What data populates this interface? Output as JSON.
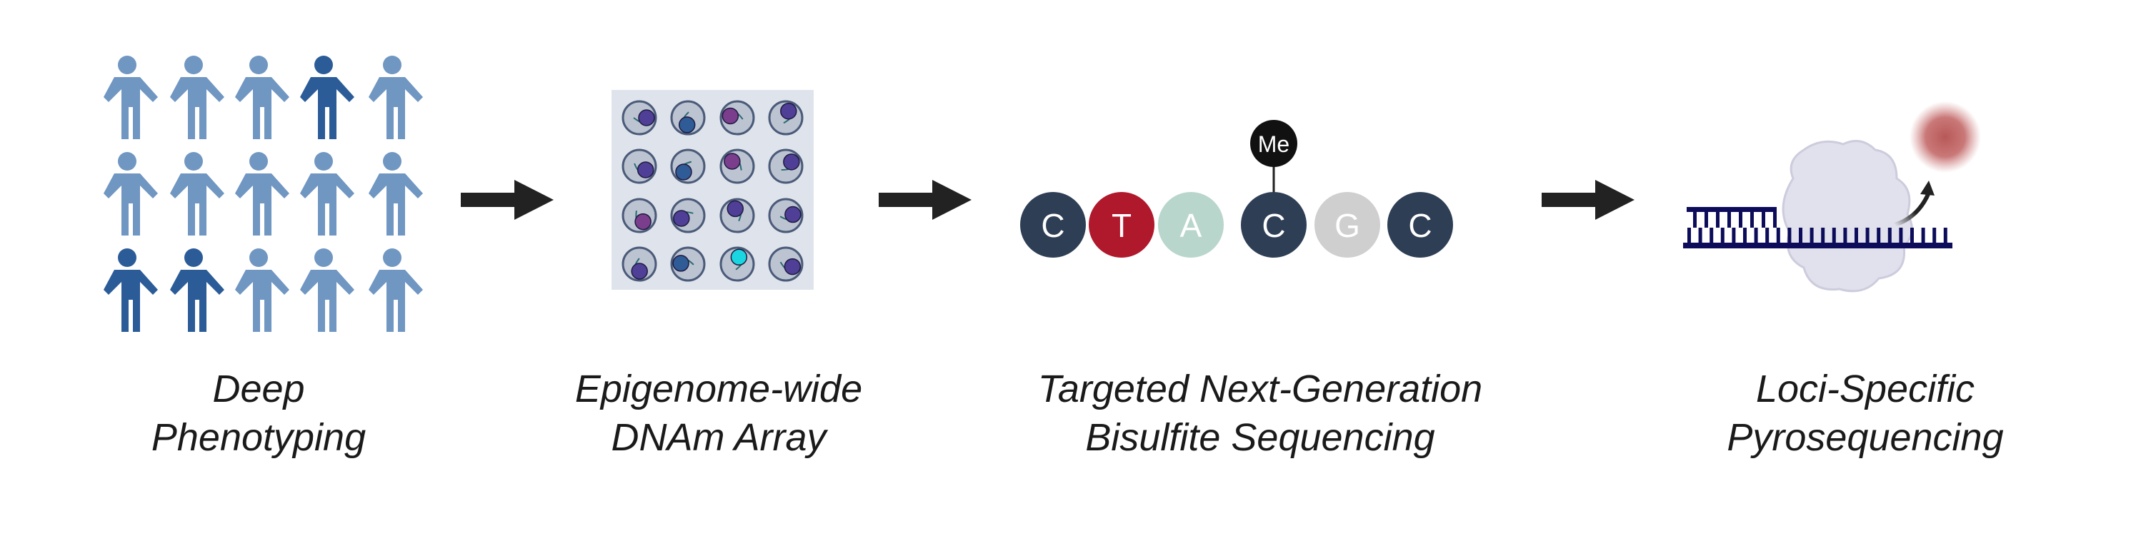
{
  "steps": [
    {
      "line1": "Deep",
      "line2": "Phenotyping"
    },
    {
      "line1": "Epigenome-wide",
      "line2": "DNAm Array"
    },
    {
      "line1": "Targeted Next-Generation",
      "line2": "Bisulfite Sequencing"
    },
    {
      "line1": "Loci-Specific",
      "line2": "Pyrosequencing"
    }
  ],
  "sequence": {
    "bases": [
      "C",
      "T",
      "A",
      "C",
      "G",
      "C"
    ],
    "base_colors": [
      "#2e3e55",
      "#b0182c",
      "#b9d6cc",
      "#2e3e55",
      "#cfcfcf",
      "#2e3e55"
    ],
    "methyl_label": "Me"
  },
  "people": {
    "light_color": "#7096c2",
    "dark_color": "#2b5c98",
    "highlighted": [
      [
        0,
        3
      ],
      [
        2,
        0
      ],
      [
        2,
        1
      ]
    ]
  },
  "array": {
    "bead_colors": [
      [
        "#4f3f96",
        "#2f5b96",
        "#7a3e8c",
        "#4f3f96"
      ],
      [
        "#4f3f96",
        "#2f5b96",
        "#7a3e8c",
        "#4f3f96"
      ],
      [
        "#7a3e8c",
        "#4f3f96",
        "#4f3f96",
        "#4f3f96"
      ],
      [
        "#4f3f96",
        "#2f5b96",
        "#19d6e0",
        "#4f3f96"
      ]
    ]
  }
}
